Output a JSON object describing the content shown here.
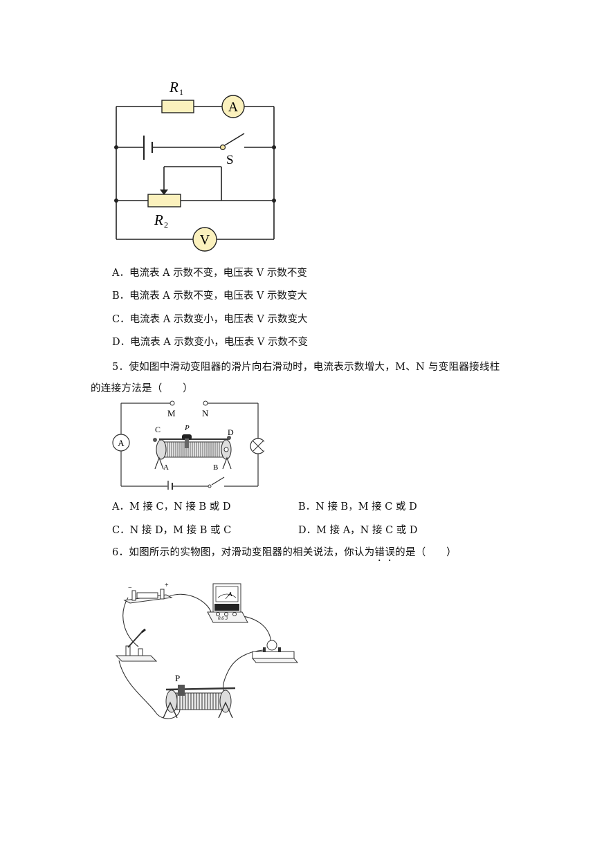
{
  "fig4": {
    "r1_label": "R",
    "r1_sub": "1",
    "r2_label": "R",
    "r2_sub": "2",
    "ammeter": "A",
    "voltmeter": "V",
    "switch": "S"
  },
  "q4_options": [
    "A．电流表 A 示数不变，电压表 V 示数不变",
    "B．电流表 A 示数不变，电压表 V 示数变大",
    "C．电流表 A 示数变小，电压表 V 示数变大",
    "D．电流表 A 示数变小，电压表 V 示数不变"
  ],
  "q5": {
    "line1": "5．使如图中滑动变阻器的滑片向右滑动时，电流表示数增大，M、N 与变阻器接线柱",
    "line2": "的连接方法是（　　）",
    "fig": {
      "M": "M",
      "N": "N",
      "C": "C",
      "D": "D",
      "P": "P",
      "A": "A",
      "B": "B",
      "ammeter": "A"
    },
    "options": {
      "a": "A．M 接 C，N 接 B 或 D",
      "b": "B．N 接 B，M 接 C 或 D",
      "c": "C．N 接 D，M 接 B 或 C",
      "d": "D．M 接 A，N 接 C 或 D"
    }
  },
  "q6": {
    "text_before": "6．如图所示的实物图，对滑动变阻器的相关说法，你认为",
    "text_emph": "错误",
    "text_after": "的是（　　）",
    "fig": {
      "P": "P",
      "meter": "A",
      "scale": "0.6 3",
      "minus": "−",
      "plus": "+"
    }
  }
}
